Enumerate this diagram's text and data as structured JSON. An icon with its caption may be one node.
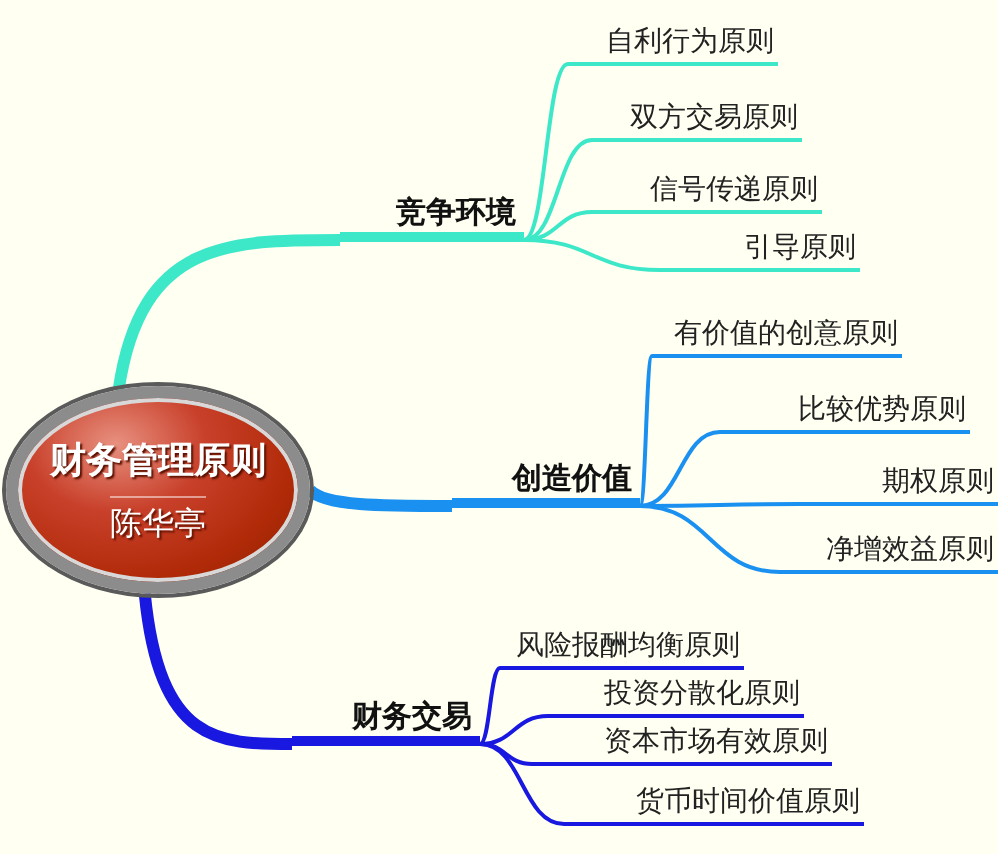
{
  "diagram": {
    "nodes": [
      {
        "text": [
          "财务管理原则",
          "陈华亭"
        ]
      },
      {
        "text": [
          "竞争环境"
        ]
      },
      {
        "text": [
          "自利行为原则"
        ]
      },
      {
        "text": [
          "双方交易原则"
        ]
      },
      {
        "text": [
          "信号传递原则"
        ]
      },
      {
        "text": [
          "引导原则"
        ]
      },
      {
        "text": [
          "创造价值"
        ]
      },
      {
        "text": [
          "有价值的创意原则"
        ]
      },
      {
        "text": [
          "比较优势原则"
        ]
      },
      {
        "text": [
          "期权原则"
        ]
      },
      {
        "text": [
          "净增效益原则"
        ]
      },
      {
        "text": [
          "财务交易"
        ]
      },
      {
        "text": [
          "风险报酬均衡原则"
        ]
      },
      {
        "text": [
          "投资分散化原则"
        ]
      },
      {
        "text": [
          "资本市场有效原则"
        ]
      },
      {
        "text": [
          "货币时间价值原则"
        ]
      }
    ],
    "edges": [
      {
        "from": 0,
        "to": 1,
        "arrow": "none",
        "style": "thick",
        "color": "#3de8c8"
      },
      {
        "from": 1,
        "to": 2,
        "arrow": "none",
        "color": "#3de8c8"
      },
      {
        "from": 1,
        "to": 3,
        "arrow": "none",
        "color": "#3de8c8"
      },
      {
        "from": 1,
        "to": 4,
        "arrow": "none",
        "color": "#3de8c8"
      },
      {
        "from": 1,
        "to": 5,
        "arrow": "none",
        "color": "#3de8c8"
      },
      {
        "from": 0,
        "to": 6,
        "arrow": "none",
        "style": "thick",
        "color": "#1a90f0"
      },
      {
        "from": 6,
        "to": 7,
        "arrow": "none",
        "color": "#1a90f0"
      },
      {
        "from": 6,
        "to": 8,
        "arrow": "none",
        "color": "#1a90f0"
      },
      {
        "from": 6,
        "to": 9,
        "arrow": "none",
        "color": "#1a90f0"
      },
      {
        "from": 6,
        "to": 10,
        "arrow": "none",
        "color": "#1a90f0"
      },
      {
        "from": 0,
        "to": 11,
        "arrow": "none",
        "style": "thick",
        "color": "#1818e0"
      },
      {
        "from": 11,
        "to": 12,
        "arrow": "none",
        "color": "#1818e0"
      },
      {
        "from": 11,
        "to": 13,
        "arrow": "none",
        "color": "#1818e0"
      },
      {
        "from": 11,
        "to": 14,
        "arrow": "none",
        "color": "#1818e0"
      },
      {
        "from": 11,
        "to": 15,
        "arrow": "none",
        "color": "#1818e0"
      }
    ]
  }
}
